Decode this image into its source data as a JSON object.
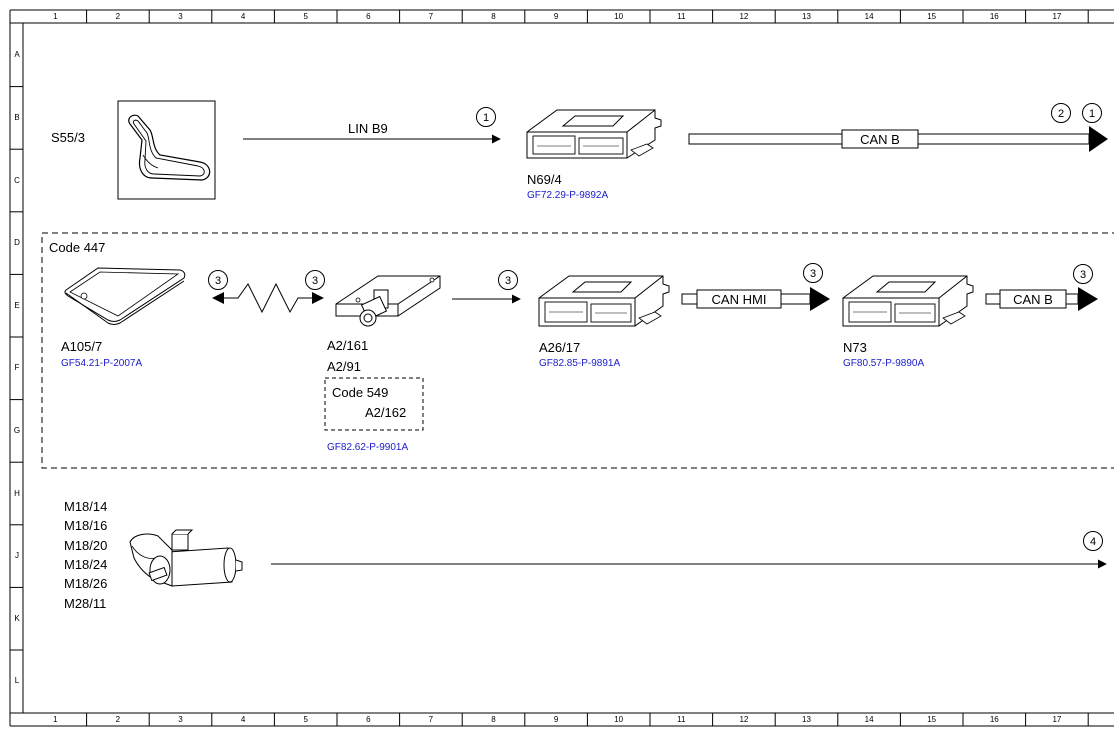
{
  "grid": {
    "columns": [
      "1",
      "2",
      "3",
      "4",
      "5",
      "6",
      "7",
      "8",
      "9",
      "10",
      "11",
      "12",
      "13",
      "14",
      "15",
      "16",
      "17"
    ],
    "rows": [
      "A",
      "B",
      "C",
      "D",
      "E",
      "F",
      "G",
      "H",
      "J",
      "K",
      "L"
    ]
  },
  "row1": {
    "switch_label": "S55/3",
    "lin_label": "LIN B9",
    "ref_lin": "1",
    "module_label": "N69/4",
    "module_link": "GF72.29-P-9892A",
    "can_label": "CAN B",
    "ref_end_a": "2",
    "ref_end_b": "1"
  },
  "code_box": {
    "code_label": "Code 447",
    "tablet_label": "A105/7",
    "tablet_link": "GF54.21-P-2007A",
    "ref_left": "3",
    "ref_right": "3",
    "antenna_label_1": "A2/161",
    "antenna_label_2": "A2/91",
    "antenna_link": "GF82.62-P-9901A",
    "ref_mid": "3",
    "hmi_module_label": "A26/17",
    "hmi_module_link": "GF82.85-P-9891A",
    "can_hmi_label": "CAN HMI",
    "ref_hmi": "3",
    "n73_label": "N73",
    "n73_link": "GF80.57-P-9890A",
    "can_b_label": "CAN B",
    "ref_end": "3"
  },
  "sub_code_box": {
    "code_label": "Code 549",
    "component": "A2/162"
  },
  "motors": {
    "labels": [
      "M18/14",
      "M18/16",
      "M18/20",
      "M18/24",
      "M18/26",
      "M28/11"
    ],
    "ref_end": "4"
  }
}
